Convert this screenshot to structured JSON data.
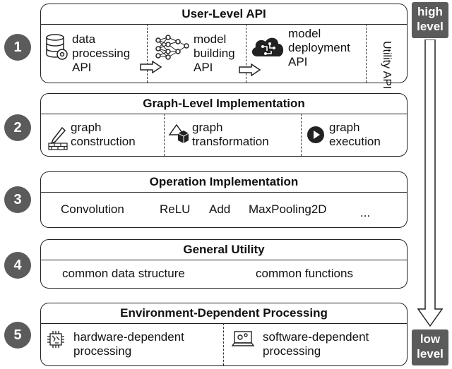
{
  "badges": [
    "1",
    "2",
    "3",
    "4",
    "5"
  ],
  "layer1": {
    "title": "User-Level API",
    "data_processing": [
      "data",
      "processing",
      "API"
    ],
    "model_building": [
      "model",
      "building",
      "API"
    ],
    "model_deployment": [
      "model",
      "deployment",
      "API"
    ],
    "utility": "Utility API"
  },
  "layer2": {
    "title": "Graph-Level Implementation",
    "construction": [
      "graph",
      "construction"
    ],
    "transformation": [
      "graph",
      "transformation"
    ],
    "execution": [
      "graph",
      "execution"
    ]
  },
  "layer3": {
    "title": "Operation Implementation",
    "ops": [
      "Convolution",
      "ReLU",
      "Add",
      "MaxPooling2D",
      "..."
    ]
  },
  "layer4": {
    "title": "General Utility",
    "items": [
      "common data structure",
      "common functions"
    ]
  },
  "layer5": {
    "title": "Environment-Dependent Processing",
    "hardware": [
      "hardware-dependent",
      "processing"
    ],
    "software": [
      "software-dependent",
      "processing"
    ]
  },
  "level": {
    "high": [
      "high",
      "level"
    ],
    "low": [
      "low",
      "level"
    ]
  }
}
